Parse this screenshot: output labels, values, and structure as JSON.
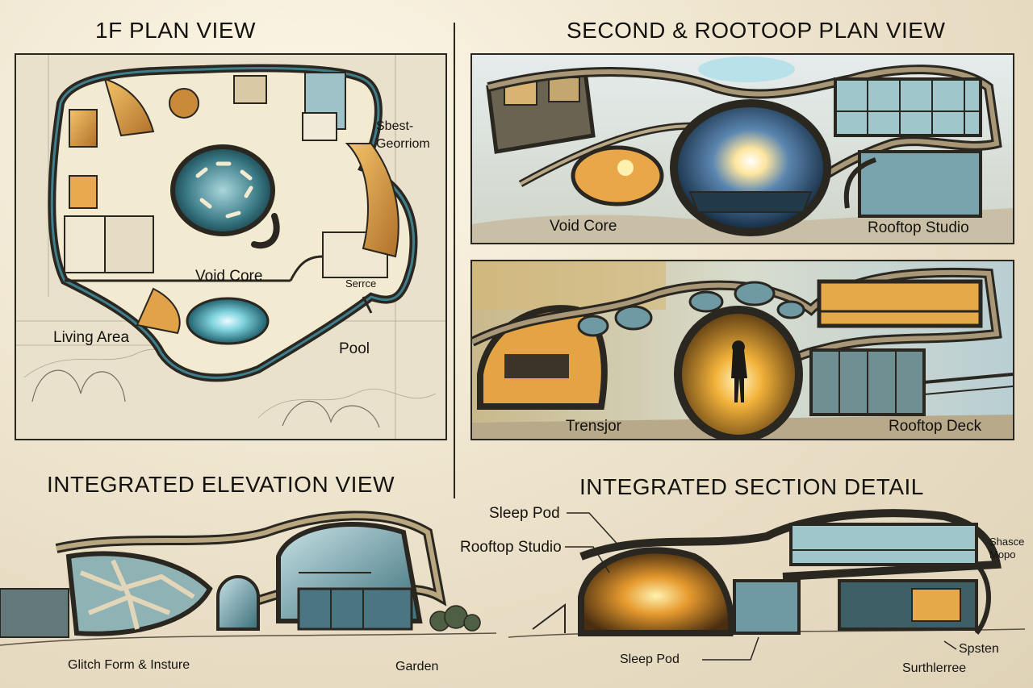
{
  "titles": {
    "plan_1f": "1F PLAN VIEW",
    "plan_2f": "SECOND & ROOTOOP PLAN VIEW",
    "elevation": "INTEGRATED ELEVATION VIEW",
    "section": "INTEGRATED SECTION DETAIL"
  },
  "plan_1f_labels": {
    "guestroom": "Sbest-\nGeorriom",
    "void_core": "Void Core",
    "service": "Serrce",
    "living": "Living Area",
    "pool": "Pool"
  },
  "plan_2f_labels": {
    "void_core": "Void Core",
    "rooftop_studio": "Rooftop Studio"
  },
  "section_panel_labels": {
    "transition": "Trensjor",
    "rooftop_deck": "Rooftop Deck"
  },
  "elevation_labels": {
    "glitch_form": "Glitch Form & Insture",
    "garden": "Garden"
  },
  "section_detail_labels": {
    "sleep_pod_top": "Sleep Pod",
    "rooftop_studio": "Rooftop Studio",
    "shade": "Shasce\nMopo",
    "sleep_pod_bottom": "Sleep Pod",
    "system": "Spsten",
    "surface": "Surthlerree"
  },
  "colors": {
    "ink": "#2a2620",
    "teal": "#3f7f8c",
    "glow": "#f2b23a",
    "paper": "#ece2ca"
  }
}
